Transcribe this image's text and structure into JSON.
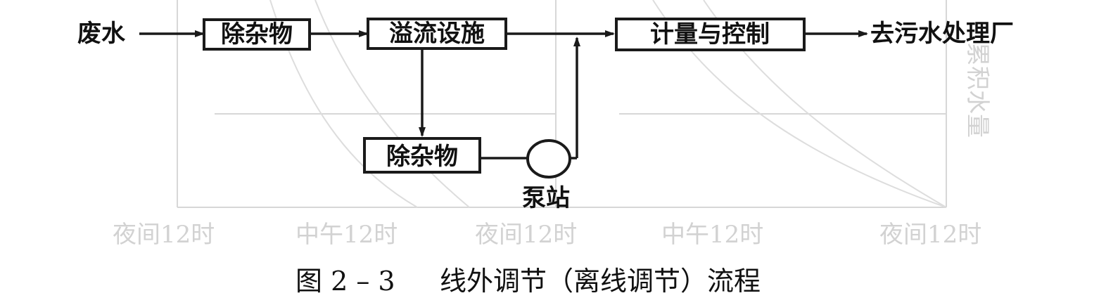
{
  "diagram": {
    "nodes": {
      "source": "废水",
      "remove_impurities_main": "除杂物",
      "overflow_facility": "溢流设施",
      "remove_impurities_branch": "除杂物",
      "pump_station": "泵站",
      "metering_control": "计量与控制",
      "destination": "去污水处理厂"
    },
    "caption": {
      "number": "图 2 – 3",
      "title": "线外调节（离线调节）流程"
    }
  },
  "background_chart": {
    "time_labels": [
      "夜间12时",
      "中午12时",
      "夜间12时",
      "中午12时",
      "夜间12时"
    ],
    "side_label": "累积水量"
  },
  "colors": {
    "ink": "#1a1a1a",
    "background": "#ffffff",
    "ghost": "#d7d7d7"
  }
}
